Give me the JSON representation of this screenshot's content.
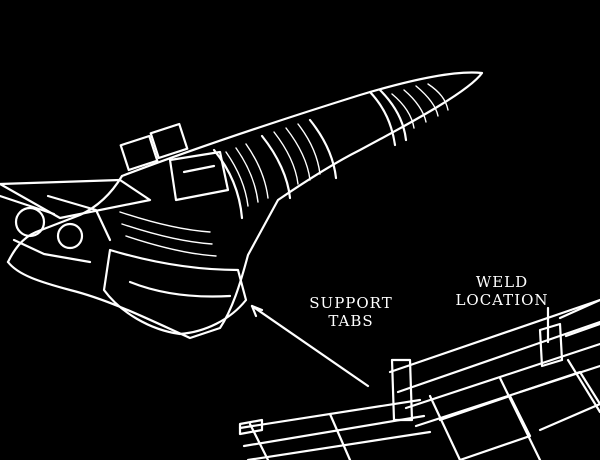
{
  "labels": {
    "support_tabs": [
      "SUPPORT",
      "TABS"
    ],
    "weld_location": [
      "WELD",
      "LOCATION"
    ]
  },
  "colors": {
    "background": "#000000",
    "linework": "#ffffff"
  }
}
